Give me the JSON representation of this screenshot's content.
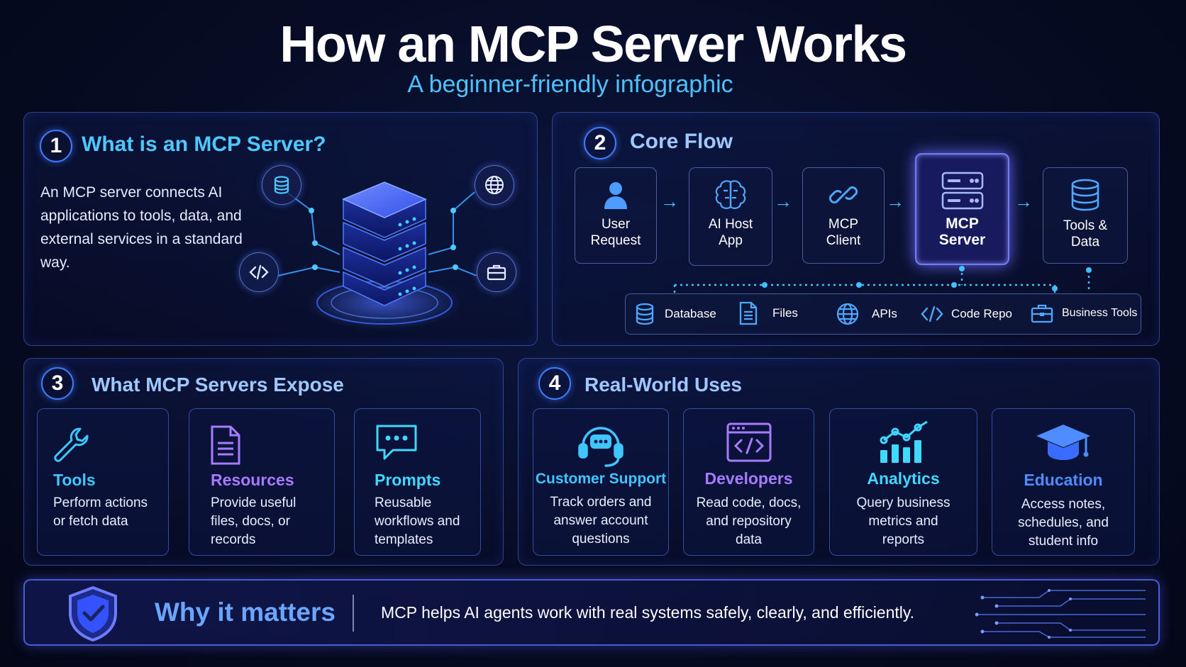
{
  "title": "How an MCP Server Works",
  "subtitle": "A beginner-friendly infographic",
  "section1": {
    "number": "1",
    "title": "What is an MCP Server?",
    "description": "An MCP server connects AI applications to tools, data, and external services in a standard way.",
    "icons": [
      "database-icon",
      "globe-icon",
      "code-icon",
      "briefcase-icon",
      "server-stack-icon"
    ]
  },
  "section2": {
    "number": "2",
    "title": "Core Flow",
    "nodes": [
      {
        "label": "User Request",
        "icon": "user-icon"
      },
      {
        "label": "AI Host App",
        "icon": "brain-icon"
      },
      {
        "label": "MCP Client",
        "icon": "link-icon"
      },
      {
        "label": "MCP Server",
        "icon": "server-icon"
      },
      {
        "label": "Tools & Data",
        "icon": "database-icon"
      }
    ],
    "resources": [
      {
        "label": "Database",
        "icon": "database-icon"
      },
      {
        "label": "Files",
        "icon": "file-icon"
      },
      {
        "label": "APIs",
        "icon": "globe-icon"
      },
      {
        "label": "Code Repo",
        "icon": "code-icon"
      },
      {
        "label": "Business Tools",
        "icon": "briefcase-icon"
      }
    ]
  },
  "section3": {
    "number": "3",
    "title": "What MCP Servers Expose",
    "cards": [
      {
        "title": "Tools",
        "text": "Perform actions or fetch data",
        "color": "#3fc6ff",
        "icon": "wrench-icon"
      },
      {
        "title": "Resources",
        "text": "Provide useful files, docs, or records",
        "color": "#a77bff",
        "icon": "document-icon"
      },
      {
        "title": "Prompts",
        "text": "Reusable workflows and templates",
        "color": "#3fd8ff",
        "icon": "chat-icon"
      }
    ]
  },
  "section4": {
    "number": "4",
    "title": "Real-World Uses",
    "cards": [
      {
        "title": "Customer Support",
        "text": "Track orders and answer account questions",
        "color": "#3fc6ff",
        "icon": "headset-icon"
      },
      {
        "title": "Developers",
        "text": "Read code, docs, and repository data",
        "color": "#a77bff",
        "icon": "code-window-icon"
      },
      {
        "title": "Analytics",
        "text": "Query business metrics and reports",
        "color": "#3fd8ff",
        "icon": "chart-icon"
      },
      {
        "title": "Education",
        "text": "Access notes, schedules, and student info",
        "color": "#4e8cff",
        "icon": "graduation-cap-icon"
      }
    ]
  },
  "footer": {
    "title": "Why it matters",
    "text": "MCP helps AI agents work with real systems safely, clearly, and efficiently.",
    "icon": "shield-check-icon"
  }
}
